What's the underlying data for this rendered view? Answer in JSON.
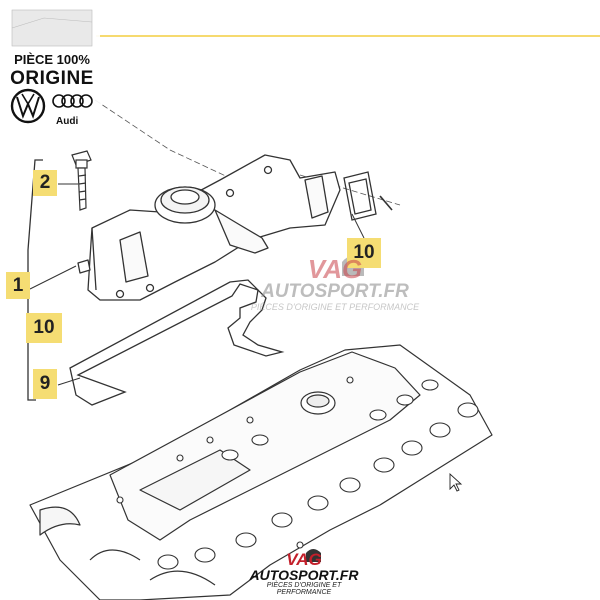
{
  "callouts": {
    "bolt": "2",
    "assembly": "1",
    "assembly_seal": "10",
    "gasket": "9",
    "inlet_seal": "10"
  },
  "badge": {
    "line1": "PIÈCE 100%",
    "line2": "ORIGINE",
    "brand": "Audi",
    "logos": [
      "vw-logo",
      "audi-rings-logo"
    ]
  },
  "watermark": {
    "vag": "VAG",
    "site": "AUTOSPORT.FR",
    "tagline": "PIÈCES D'ORIGINE ET PERFORMANCE"
  },
  "watermark_footer": {
    "vag": "VAG",
    "site": "AUTOSPORT.FR",
    "tagline": "PIÈCES D'ORIGINE ET PERFORMANCE"
  },
  "colors": {
    "callout_fill": "#f5dd73",
    "header_line": "#f0c419",
    "line_art": "#333333",
    "watermark_red": "#c9434b"
  }
}
